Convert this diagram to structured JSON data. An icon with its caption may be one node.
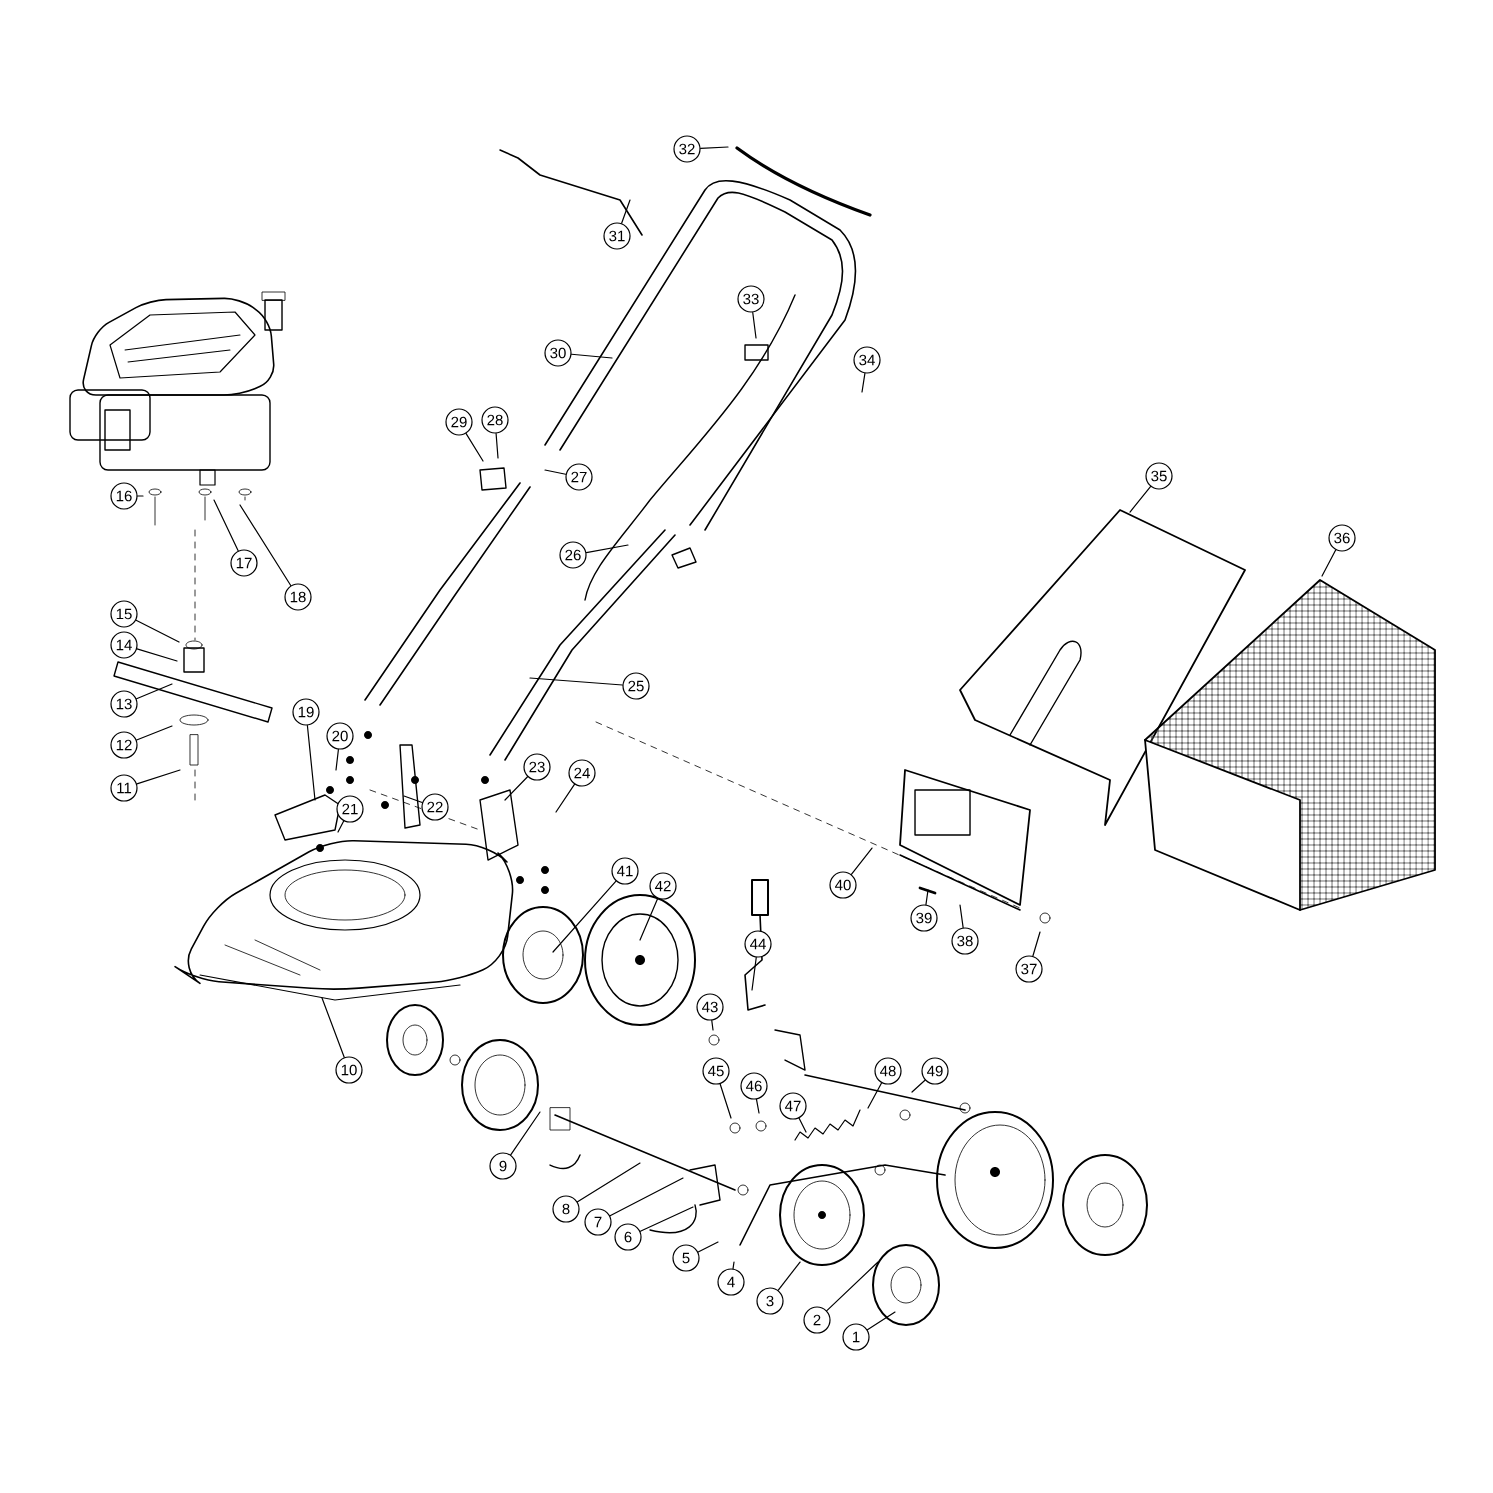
{
  "diagram": {
    "nodes": [
      {
        "text": [
          "1"
        ]
      },
      {
        "text": [
          "2"
        ]
      },
      {
        "text": [
          "3"
        ]
      },
      {
        "text": [
          "4"
        ]
      },
      {
        "text": [
          "5"
        ]
      },
      {
        "text": [
          "6"
        ]
      },
      {
        "text": [
          "7"
        ]
      },
      {
        "text": [
          "8"
        ]
      },
      {
        "text": [
          "9"
        ]
      },
      {
        "text": [
          "10"
        ]
      },
      {
        "text": [
          "11"
        ]
      },
      {
        "text": [
          "12"
        ]
      },
      {
        "text": [
          "13"
        ]
      },
      {
        "text": [
          "14"
        ]
      },
      {
        "text": [
          "15"
        ]
      },
      {
        "text": [
          "16"
        ]
      },
      {
        "text": [
          "17"
        ]
      },
      {
        "text": [
          "18"
        ]
      },
      {
        "text": [
          "19"
        ]
      },
      {
        "text": [
          "20"
        ]
      },
      {
        "text": [
          "21"
        ]
      },
      {
        "text": [
          "22"
        ]
      },
      {
        "text": [
          "23"
        ]
      },
      {
        "text": [
          "24"
        ]
      },
      {
        "text": [
          "25"
        ]
      },
      {
        "text": [
          "26"
        ]
      },
      {
        "text": [
          "27"
        ]
      },
      {
        "text": [
          "28"
        ]
      },
      {
        "text": [
          "29"
        ]
      },
      {
        "text": [
          "30"
        ]
      },
      {
        "text": [
          "31"
        ]
      },
      {
        "text": [
          "32"
        ]
      },
      {
        "text": [
          "33"
        ]
      },
      {
        "text": [
          "34"
        ]
      },
      {
        "text": [
          "35"
        ]
      },
      {
        "text": [
          "36"
        ]
      },
      {
        "text": [
          "37"
        ]
      },
      {
        "text": [
          "38"
        ]
      },
      {
        "text": [
          "39"
        ]
      },
      {
        "text": [
          "40"
        ]
      },
      {
        "text": [
          "41"
        ]
      },
      {
        "text": [
          "42"
        ]
      },
      {
        "text": [
          "43"
        ]
      },
      {
        "text": [
          "44"
        ]
      },
      {
        "text": [
          "45"
        ]
      },
      {
        "text": [
          "46"
        ]
      },
      {
        "text": [
          "47"
        ]
      },
      {
        "text": [
          "48"
        ]
      },
      {
        "text": [
          "49"
        ]
      }
    ],
    "edges": [
      {
        "from": 0,
        "to": null,
        "arrow": "none"
      },
      {
        "from": 1,
        "to": null,
        "arrow": "none"
      },
      {
        "from": 2,
        "to": null,
        "arrow": "none"
      },
      {
        "from": 3,
        "to": null,
        "arrow": "none"
      },
      {
        "from": 4,
        "to": null,
        "arrow": "none"
      },
      {
        "from": 5,
        "to": null,
        "arrow": "none"
      },
      {
        "from": 6,
        "to": null,
        "arrow": "none"
      },
      {
        "from": 7,
        "to": null,
        "arrow": "none"
      },
      {
        "from": 8,
        "to": null,
        "arrow": "none"
      },
      {
        "from": 9,
        "to": null,
        "arrow": "none"
      },
      {
        "from": 10,
        "to": null,
        "arrow": "none"
      },
      {
        "from": 11,
        "to": null,
        "arrow": "none"
      },
      {
        "from": 12,
        "to": null,
        "arrow": "none"
      },
      {
        "from": 13,
        "to": null,
        "arrow": "none"
      },
      {
        "from": 14,
        "to": null,
        "arrow": "none"
      },
      {
        "from": 15,
        "to": null,
        "arrow": "none"
      },
      {
        "from": 16,
        "to": null,
        "arrow": "none"
      },
      {
        "from": 17,
        "to": null,
        "arrow": "none"
      },
      {
        "from": 18,
        "to": null,
        "arrow": "none"
      },
      {
        "from": 19,
        "to": null,
        "arrow": "none"
      },
      {
        "from": 20,
        "to": null,
        "arrow": "none"
      },
      {
        "from": 21,
        "to": null,
        "arrow": "none"
      },
      {
        "from": 22,
        "to": null,
        "arrow": "none"
      },
      {
        "from": 23,
        "to": null,
        "arrow": "none"
      },
      {
        "from": 24,
        "to": null,
        "arrow": "none"
      },
      {
        "from": 25,
        "to": null,
        "arrow": "none"
      },
      {
        "from": 26,
        "to": null,
        "arrow": "none"
      },
      {
        "from": 27,
        "to": null,
        "arrow": "none"
      },
      {
        "from": 28,
        "to": null,
        "arrow": "none"
      },
      {
        "from": 29,
        "to": null,
        "arrow": "none"
      },
      {
        "from": 30,
        "to": null,
        "arrow": "none"
      },
      {
        "from": 31,
        "to": null,
        "arrow": "none"
      },
      {
        "from": 32,
        "to": null,
        "arrow": "none"
      },
      {
        "from": 33,
        "to": null,
        "arrow": "none"
      },
      {
        "from": 34,
        "to": null,
        "arrow": "none"
      },
      {
        "from": 35,
        "to": null,
        "arrow": "none"
      },
      {
        "from": 36,
        "to": null,
        "arrow": "none"
      },
      {
        "from": 37,
        "to": null,
        "arrow": "none"
      },
      {
        "from": 38,
        "to": null,
        "arrow": "none"
      },
      {
        "from": 39,
        "to": null,
        "arrow": "none"
      },
      {
        "from": 40,
        "to": null,
        "arrow": "none"
      },
      {
        "from": 41,
        "to": null,
        "arrow": "none"
      },
      {
        "from": 42,
        "to": null,
        "arrow": "none"
      },
      {
        "from": 43,
        "to": null,
        "arrow": "none"
      },
      {
        "from": 44,
        "to": null,
        "arrow": "none"
      },
      {
        "from": 45,
        "to": null,
        "arrow": "none"
      },
      {
        "from": 46,
        "to": null,
        "arrow": "none"
      },
      {
        "from": 47,
        "to": null,
        "arrow": "none"
      },
      {
        "from": 48,
        "to": null,
        "arrow": "none"
      }
    ]
  }
}
